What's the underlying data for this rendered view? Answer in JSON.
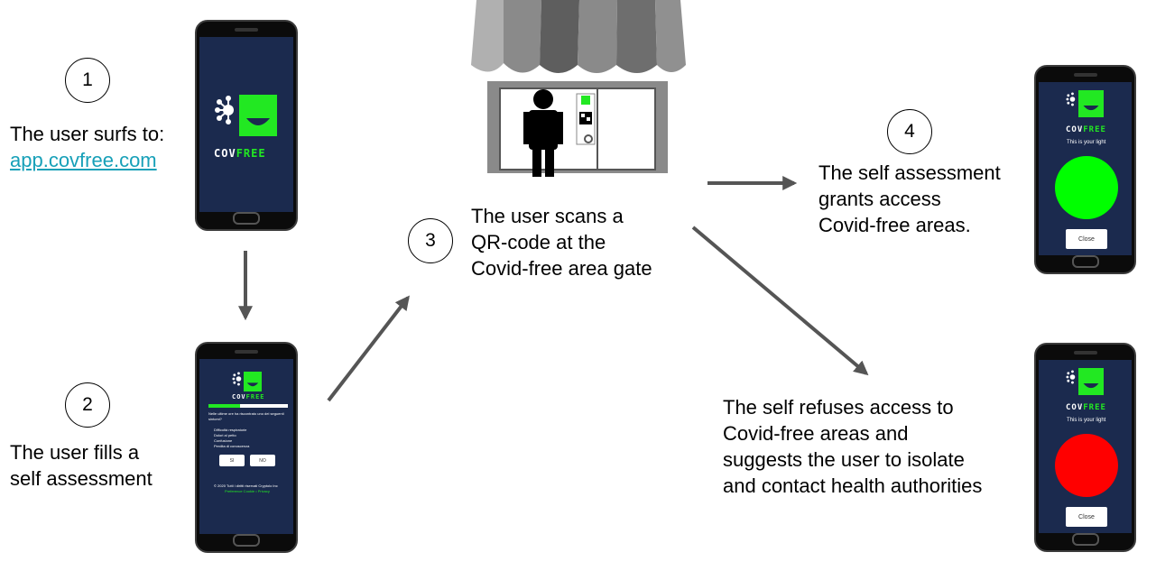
{
  "steps": {
    "s1": {
      "number": "1",
      "text_line1": "The user surfs to:",
      "link": "app.covfree.com"
    },
    "s2": {
      "number": "2",
      "text_line1": "The user fills a",
      "text_line2": "self assessment"
    },
    "s3": {
      "number": "3",
      "text_line1": "The user scans a",
      "text_line2": "QR-code at the",
      "text_line3": "Covid-free area gate"
    },
    "s4": {
      "number": "4",
      "text_line1": "The self assessment",
      "text_line2": "grants access",
      "text_line3": "Covid-free areas."
    },
    "s5": {
      "text_line1": "The self refuses access to",
      "text_line2": "Covid-free areas and",
      "text_line3": "suggests the user to isolate",
      "text_line4": "and contact health authorities"
    }
  },
  "app": {
    "brand_cov": "COV",
    "brand_free": "FREE",
    "light_label": "This is your light",
    "close_label": "Close",
    "question": "Nelle ultime ore ha riscontrato uno dei seguenti sintomi?",
    "symptoms": [
      "Difficoltà respiratorie",
      "Dolori al petto",
      "Confusione",
      "Perdita di conoscenza"
    ],
    "yes_label": "SI",
    "no_label": "NO",
    "footer_line1": "© 2020 Tutti i diritti riservati Cryptolo Inc",
    "footer_line2": "Preference Cookie • Privacy"
  },
  "colors": {
    "green_light": "#00ff00",
    "red_light": "#ff0000",
    "screen_bg": "#1b2a4e",
    "brand_green": "#22e822",
    "arrow": "#555555",
    "link": "#17a0b8"
  }
}
